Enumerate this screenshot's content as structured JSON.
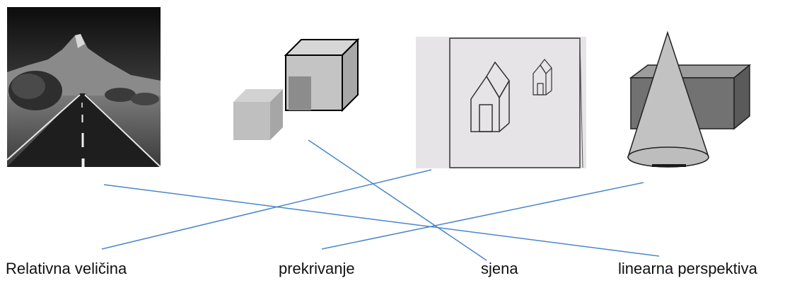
{
  "labels": {
    "relative_size": "Relativna veličina",
    "overlap": "prekrivanje",
    "shadow": "sjena",
    "linear_perspective": "linearna perspektiva"
  },
  "images": [
    {
      "id": "road-photo",
      "icon": "road-landscape-image"
    },
    {
      "id": "cubes-shading",
      "icon": "shaded-cubes-image"
    },
    {
      "id": "houses-sketch",
      "icon": "house-drawing-image"
    },
    {
      "id": "cone-box",
      "icon": "cone-in-front-of-box-image"
    }
  ],
  "colors": {
    "connector": "#4a86c8",
    "label": "#111111"
  }
}
